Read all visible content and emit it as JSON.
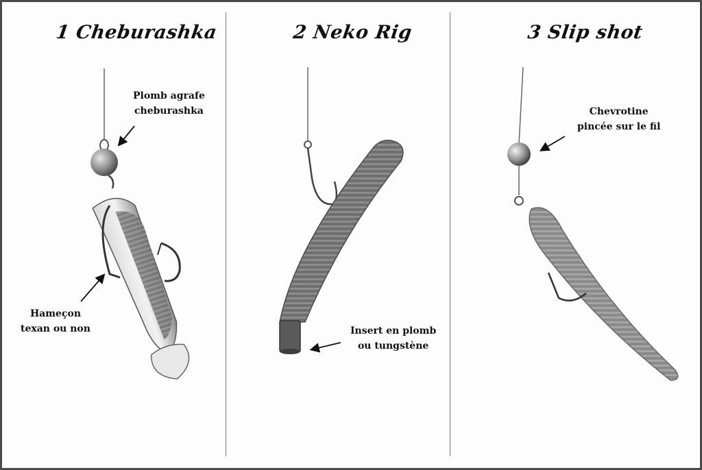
{
  "panels": [
    {
      "title": "1 Cheburashka",
      "labels": {
        "top": [
          "Plomb agrafe",
          "cheburashka"
        ],
        "bottom": [
          "Hameçon",
          "texan ou non"
        ]
      }
    },
    {
      "title": "2 Neko Rig",
      "labels": {
        "bottom": [
          "Insert en plomb",
          "ou tungstène"
        ]
      }
    },
    {
      "title": "3 Slip shot",
      "labels": {
        "top": [
          "Chevrotine",
          "pincée sur le fil"
        ]
      }
    }
  ],
  "colors": {
    "frame": "#4a4a4a",
    "text": "#111111",
    "lure": "#7d7d7d",
    "metal": "#555555"
  }
}
